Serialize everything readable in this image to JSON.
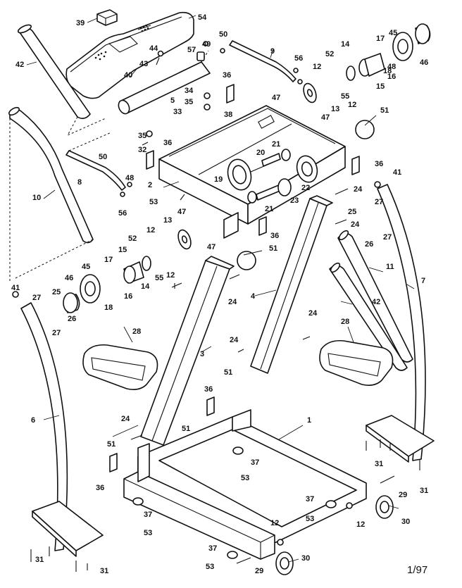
{
  "diagram": {
    "footer_code": "1/97",
    "callouts": [
      {
        "id": "c39",
        "label": "39"
      },
      {
        "id": "c54",
        "label": "54"
      },
      {
        "id": "c50a",
        "label": "50"
      },
      {
        "id": "c42a",
        "label": "42"
      },
      {
        "id": "c49",
        "label": "49"
      },
      {
        "id": "c57",
        "label": "57"
      },
      {
        "id": "c44",
        "label": "44"
      },
      {
        "id": "c43",
        "label": "43"
      },
      {
        "id": "c40",
        "label": "40"
      },
      {
        "id": "c9",
        "label": "9"
      },
      {
        "id": "c56a",
        "label": "56"
      },
      {
        "id": "c14a",
        "label": "14"
      },
      {
        "id": "c52a",
        "label": "52"
      },
      {
        "id": "c12a",
        "label": "12"
      },
      {
        "id": "c17a",
        "label": "17"
      },
      {
        "id": "c45a",
        "label": "45"
      },
      {
        "id": "c46a",
        "label": "46"
      },
      {
        "id": "c48a",
        "label": "48"
      },
      {
        "id": "c18a",
        "label": "18"
      },
      {
        "id": "c16a",
        "label": "16"
      },
      {
        "id": "c15a",
        "label": "15"
      },
      {
        "id": "c55a",
        "label": "55"
      },
      {
        "id": "c12b",
        "label": "12"
      },
      {
        "id": "c13a",
        "label": "13"
      },
      {
        "id": "c36a",
        "label": "36"
      },
      {
        "id": "c34",
        "label": "34"
      },
      {
        "id": "c35a",
        "label": "35"
      },
      {
        "id": "c33",
        "label": "33"
      },
      {
        "id": "c5",
        "label": "5"
      },
      {
        "id": "c38",
        "label": "38"
      },
      {
        "id": "c47a",
        "label": "47"
      },
      {
        "id": "c47b",
        "label": "47"
      },
      {
        "id": "c51a",
        "label": "51"
      },
      {
        "id": "c35b",
        "label": "35"
      },
      {
        "id": "c32",
        "label": "32"
      },
      {
        "id": "c50b",
        "label": "50"
      },
      {
        "id": "c36b",
        "label": "36"
      },
      {
        "id": "c21a",
        "label": "21"
      },
      {
        "id": "c20",
        "label": "20"
      },
      {
        "id": "c36c",
        "label": "36"
      },
      {
        "id": "c41a",
        "label": "41"
      },
      {
        "id": "c8",
        "label": "8"
      },
      {
        "id": "c48b",
        "label": "48"
      },
      {
        "id": "c2",
        "label": "2"
      },
      {
        "id": "c19",
        "label": "19"
      },
      {
        "id": "c22",
        "label": "22"
      },
      {
        "id": "c21b",
        "label": "21"
      },
      {
        "id": "c23",
        "label": "23"
      },
      {
        "id": "c24a",
        "label": "24"
      },
      {
        "id": "c56b",
        "label": "56"
      },
      {
        "id": "c53a",
        "label": "53"
      },
      {
        "id": "c10",
        "label": "10"
      },
      {
        "id": "c25a",
        "label": "25"
      },
      {
        "id": "c27a",
        "label": "27"
      },
      {
        "id": "c24b",
        "label": "24"
      },
      {
        "id": "c26a",
        "label": "26"
      },
      {
        "id": "c27b",
        "label": "27"
      },
      {
        "id": "c47c",
        "label": "47"
      },
      {
        "id": "c12c",
        "label": "12"
      },
      {
        "id": "c13b",
        "label": "13"
      },
      {
        "id": "c36d",
        "label": "36"
      },
      {
        "id": "c47d",
        "label": "47"
      },
      {
        "id": "c52b",
        "label": "52"
      },
      {
        "id": "c15b",
        "label": "15"
      },
      {
        "id": "c51b",
        "label": "51"
      },
      {
        "id": "c11",
        "label": "11"
      },
      {
        "id": "c17b",
        "label": "17"
      },
      {
        "id": "c45b",
        "label": "45"
      },
      {
        "id": "c12d",
        "label": "12"
      },
      {
        "id": "c55b",
        "label": "55"
      },
      {
        "id": "c14b",
        "label": "14"
      },
      {
        "id": "c46b",
        "label": "46"
      },
      {
        "id": "c16b",
        "label": "16"
      },
      {
        "id": "c18b",
        "label": "18"
      },
      {
        "id": "c7",
        "label": "7"
      },
      {
        "id": "c41b",
        "label": "41"
      },
      {
        "id": "c25b",
        "label": "25"
      },
      {
        "id": "c27c",
        "label": "27"
      },
      {
        "id": "c26b",
        "label": "26"
      },
      {
        "id": "c27d",
        "label": "27"
      },
      {
        "id": "c24c",
        "label": "24"
      },
      {
        "id": "c4",
        "label": "4"
      },
      {
        "id": "c42b",
        "label": "42"
      },
      {
        "id": "c24d",
        "label": "24"
      },
      {
        "id": "c28a",
        "label": "28"
      },
      {
        "id": "c24e",
        "label": "24"
      },
      {
        "id": "c28b",
        "label": "28"
      },
      {
        "id": "c3",
        "label": "3"
      },
      {
        "id": "c51c",
        "label": "51"
      },
      {
        "id": "c36e",
        "label": "36"
      },
      {
        "id": "c6",
        "label": "6"
      },
      {
        "id": "c24f",
        "label": "24"
      },
      {
        "id": "c51d",
        "label": "51"
      },
      {
        "id": "c1",
        "label": "1"
      },
      {
        "id": "c51e",
        "label": "51"
      },
      {
        "id": "c37a",
        "label": "37"
      },
      {
        "id": "c53b",
        "label": "53"
      },
      {
        "id": "c36f",
        "label": "36"
      },
      {
        "id": "c31a",
        "label": "31"
      },
      {
        "id": "c31b",
        "label": "31"
      },
      {
        "id": "c29a",
        "label": "29"
      },
      {
        "id": "c37b",
        "label": "37"
      },
      {
        "id": "c53c",
        "label": "53"
      },
      {
        "id": "c12e",
        "label": "12"
      },
      {
        "id": "c30a",
        "label": "30"
      },
      {
        "id": "c37c",
        "label": "37"
      },
      {
        "id": "c53d",
        "label": "53"
      },
      {
        "id": "c12f",
        "label": "12"
      },
      {
        "id": "c37d",
        "label": "37"
      },
      {
        "id": "c53e",
        "label": "53"
      },
      {
        "id": "c29b",
        "label": "29"
      },
      {
        "id": "c30b",
        "label": "30"
      },
      {
        "id": "c31c",
        "label": "31"
      },
      {
        "id": "c31d",
        "label": "31"
      }
    ]
  }
}
